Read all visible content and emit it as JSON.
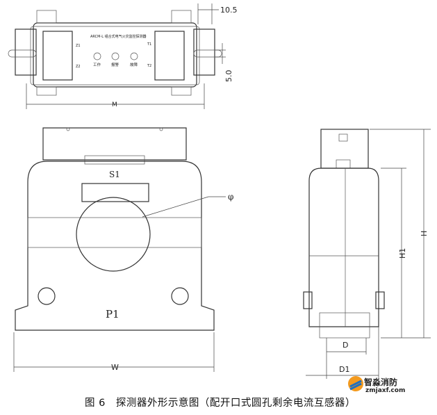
{
  "top_view": {
    "model_label": "ARCM-L 组合式电气火灾监控探测器",
    "terminals": [
      "Z1",
      "Z2",
      "T1",
      "T2"
    ],
    "indicators": [
      "工作",
      "报警",
      "故障"
    ],
    "dims": {
      "top_right": "10.5",
      "side": "5.0",
      "width": "M"
    }
  },
  "front_view": {
    "s_label": "S1",
    "p_label": "P1",
    "hole_label": "φ",
    "width": "W"
  },
  "side_view": {
    "h": "H",
    "h1": "H1",
    "d": "D",
    "d1": "D1"
  },
  "caption": "图 6　探测器外形示意图（配开口式圆孔剩余电流互感器）",
  "watermark": {
    "name": "智淼消防",
    "url": "zmjaxf.com",
    "colors": [
      "#f39a1e",
      "#1f6fbf"
    ]
  }
}
